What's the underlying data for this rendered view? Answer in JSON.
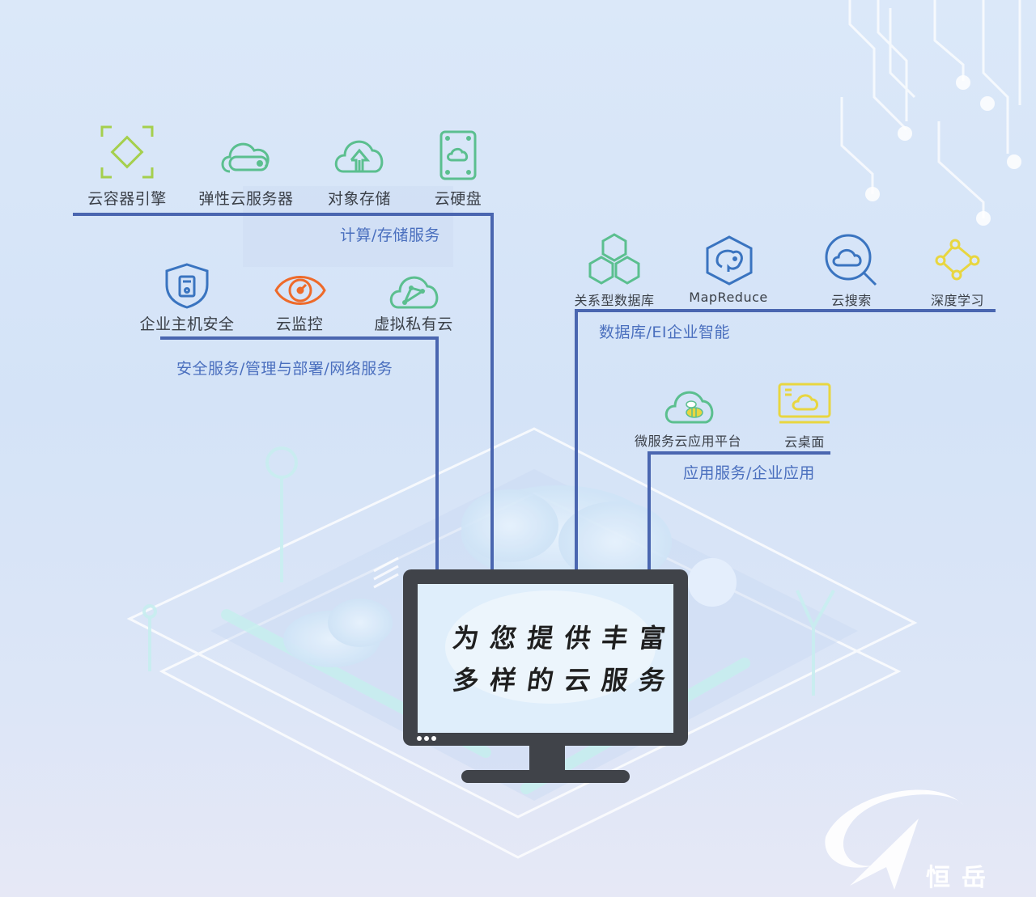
{
  "groups": {
    "compute": {
      "title": "计算/存储服务",
      "items": [
        {
          "label": "云容器引擎",
          "icon": "container-engine-icon"
        },
        {
          "label": "弹性云服务器",
          "icon": "cloud-server-icon"
        },
        {
          "label": "对象存储",
          "icon": "cloud-upload-icon"
        },
        {
          "label": "云硬盘",
          "icon": "cloud-disk-icon"
        }
      ]
    },
    "security": {
      "title": "安全服务/管理与部署/网络服务",
      "items": [
        {
          "label": "企业主机安全",
          "icon": "shield-icon"
        },
        {
          "label": "云监控",
          "icon": "eye-monitor-icon"
        },
        {
          "label": "虚拟私有云",
          "icon": "vpc-cloud-icon"
        }
      ]
    },
    "database": {
      "title": "数据库/EI企业智能",
      "items": [
        {
          "label": "关系型数据库",
          "icon": "hexagon-cluster-icon"
        },
        {
          "label": "MapReduce",
          "icon": "elephant-hexagon-icon"
        },
        {
          "label": "云搜索",
          "icon": "cloud-search-icon"
        },
        {
          "label": "深度学习",
          "icon": "node-graph-icon"
        }
      ]
    },
    "application": {
      "title": "应用服务/企业应用",
      "items": [
        {
          "label": "微服务云应用平台",
          "icon": "bee-cloud-icon"
        },
        {
          "label": "云桌面",
          "icon": "cloud-desktop-icon"
        }
      ]
    }
  },
  "monitor": {
    "line1": "为您提供丰富",
    "line2": "多样的云服务"
  },
  "logo": {
    "text": "恒岳"
  },
  "colors": {
    "line": "#4a66b0",
    "group_title": "#4a6fbe",
    "green": "#5bbf8f",
    "lime": "#a5cf4d",
    "orange": "#ee6a2a",
    "blue": "#3a74c0",
    "yellow": "#e8d640"
  }
}
